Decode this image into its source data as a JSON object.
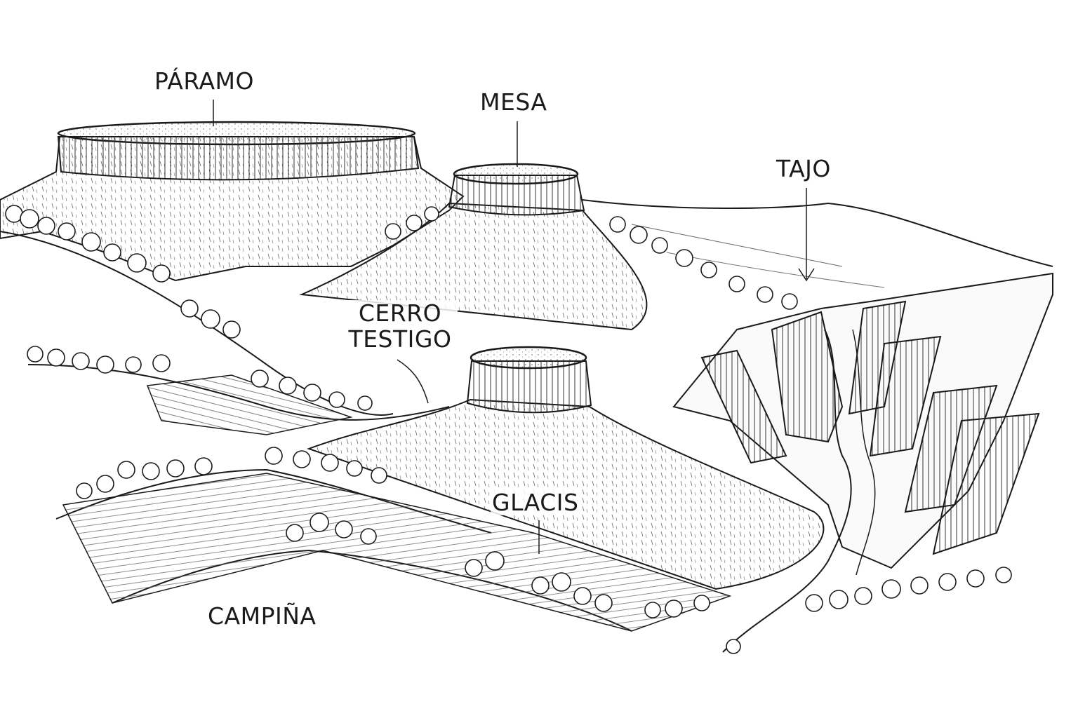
{
  "diagram": {
    "labels": {
      "paramo": "PÁRAMO",
      "mesa": "MESA",
      "tajo": "TAJO",
      "cerro_testigo_line1": "CERRO",
      "cerro_testigo_line2": "TESTIGO",
      "glacis": "GLACIS",
      "campina": "CAMPIÑA"
    },
    "colors": {
      "ink": "#1a1a1a",
      "paper": "#ffffff"
    }
  }
}
